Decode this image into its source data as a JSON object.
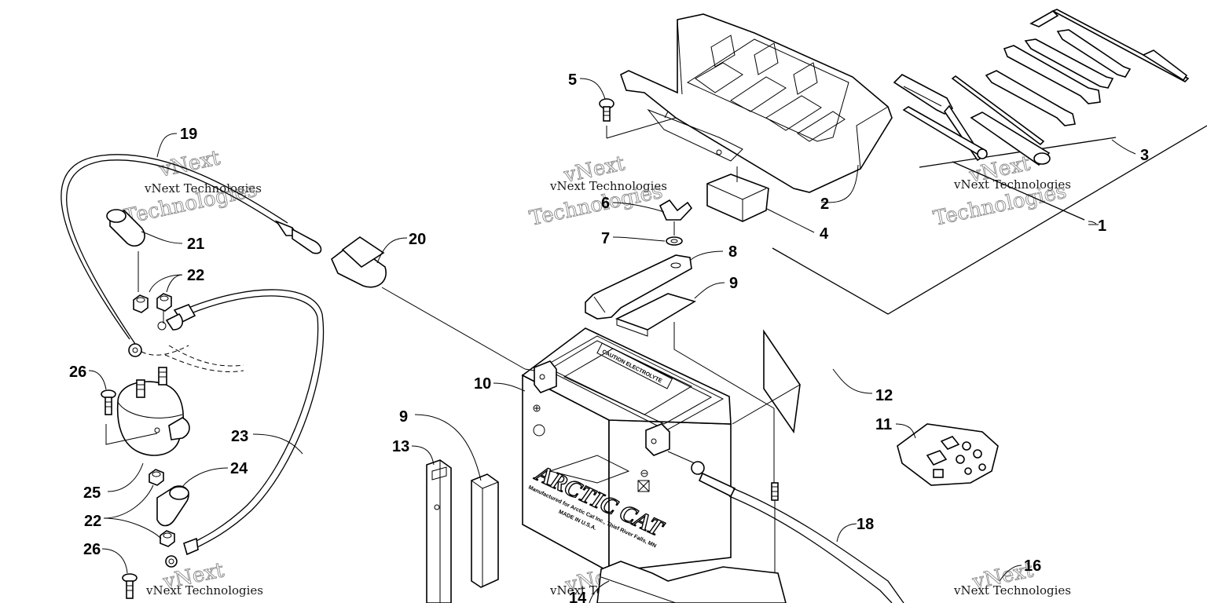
{
  "callouts": [
    {
      "id": "c1",
      "label": "1"
    },
    {
      "id": "c2",
      "label": "2"
    },
    {
      "id": "c3",
      "label": "3"
    },
    {
      "id": "c4",
      "label": "4"
    },
    {
      "id": "c5",
      "label": "5"
    },
    {
      "id": "c6",
      "label": "6"
    },
    {
      "id": "c7",
      "label": "7"
    },
    {
      "id": "c8",
      "label": "8"
    },
    {
      "id": "c9a",
      "label": "9"
    },
    {
      "id": "c9b",
      "label": "9"
    },
    {
      "id": "c10",
      "label": "10"
    },
    {
      "id": "c11",
      "label": "11"
    },
    {
      "id": "c12",
      "label": "12"
    },
    {
      "id": "c13",
      "label": "13"
    },
    {
      "id": "c14",
      "label": "14"
    },
    {
      "id": "c16",
      "label": "16"
    },
    {
      "id": "c18",
      "label": "18"
    },
    {
      "id": "c19",
      "label": "19"
    },
    {
      "id": "c20",
      "label": "20"
    },
    {
      "id": "c21",
      "label": "21"
    },
    {
      "id": "c22a",
      "label": "22"
    },
    {
      "id": "c22b",
      "label": "22"
    },
    {
      "id": "c23",
      "label": "23"
    },
    {
      "id": "c24",
      "label": "24"
    },
    {
      "id": "c25",
      "label": "25"
    },
    {
      "id": "c26a",
      "label": "26"
    },
    {
      "id": "c26b",
      "label": "26"
    }
  ],
  "watermark": {
    "company": "vNext Technologies",
    "line_next": "vNext",
    "line_tech": "Technologies"
  },
  "battery": {
    "brand": "ARCTIC CAT",
    "manufacturer_line": "Manufactured for Arctic Cat Inc., Thief River Falls, MN",
    "made_in": "MADE IN U.S.A."
  }
}
